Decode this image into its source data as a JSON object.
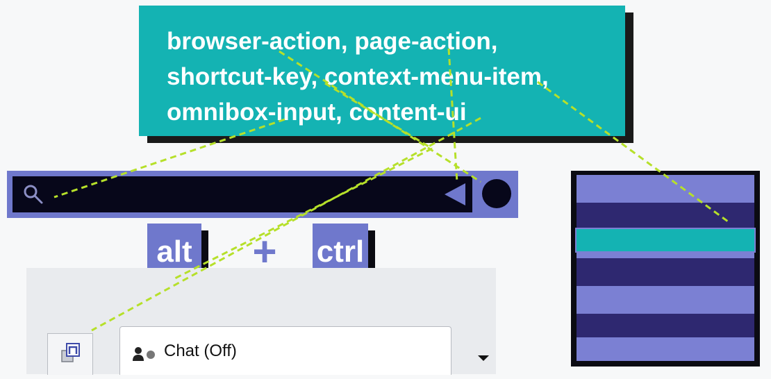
{
  "banner": {
    "lines": [
      "browser-action, page-action,",
      "shortcut-key, context-menu-item,",
      "omnibox-input, content-ui"
    ]
  },
  "keys": {
    "alt": "alt",
    "plus": "+",
    "ctrl": "ctrl"
  },
  "content_ui": {
    "chat_label": "Chat (Off)"
  },
  "icons": {
    "search": "search-icon",
    "page_action": "triangle-left-icon",
    "browser_action": "circle-icon",
    "content_ui_button": "extension-icon",
    "chat_status": "person-status-icon",
    "dropdown": "chevron-down-icon"
  },
  "colors": {
    "banner": "#14b3b3",
    "accent": "#6f78cc",
    "dark": "#07071a",
    "menu_dark": "#2e2870",
    "connector": "#b6e02a",
    "background": "#f7f8f9"
  }
}
